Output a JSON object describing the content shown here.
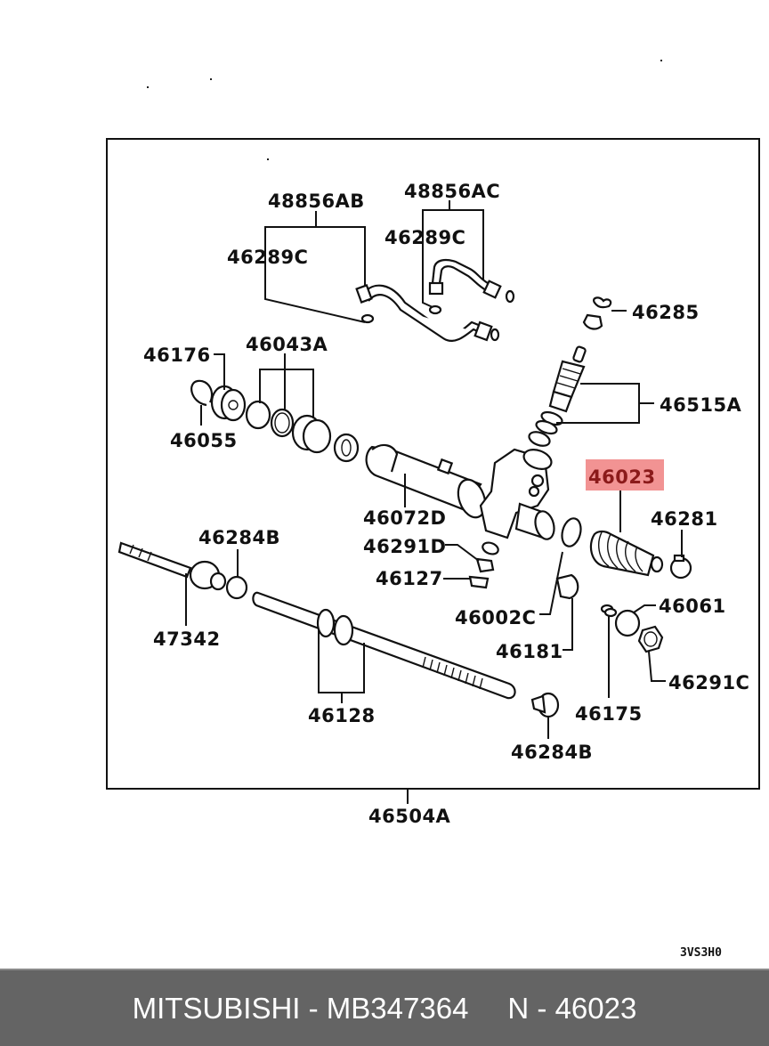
{
  "diagram": {
    "labels": {
      "l48856AB": "48856AB",
      "l48856AC": "48856AC",
      "l46289C_a": "46289C",
      "l46289C_b": "46289C",
      "l46285": "46285",
      "l46176": "46176",
      "l46043A": "46043A",
      "l46515A": "46515A",
      "l46055": "46055",
      "l46023": "46023",
      "l46072D": "46072D",
      "l46281": "46281",
      "l46284B_a": "46284B",
      "l46291D": "46291D",
      "l46127": "46127",
      "l46061": "46061",
      "l46002C": "46002C",
      "l47342": "47342",
      "l46181": "46181",
      "l46291C": "46291C",
      "l46175": "46175",
      "l46128": "46128",
      "l46284B_b": "46284B",
      "l46504A": "46504A"
    },
    "highlighted_part": "46023",
    "highlight_color": "#f08080",
    "drawing_code": "3VS3H0"
  },
  "footer": {
    "brand_part": "MITSUBISHI - MB347364",
    "ref": "N - 46023",
    "background": "#646464"
  }
}
